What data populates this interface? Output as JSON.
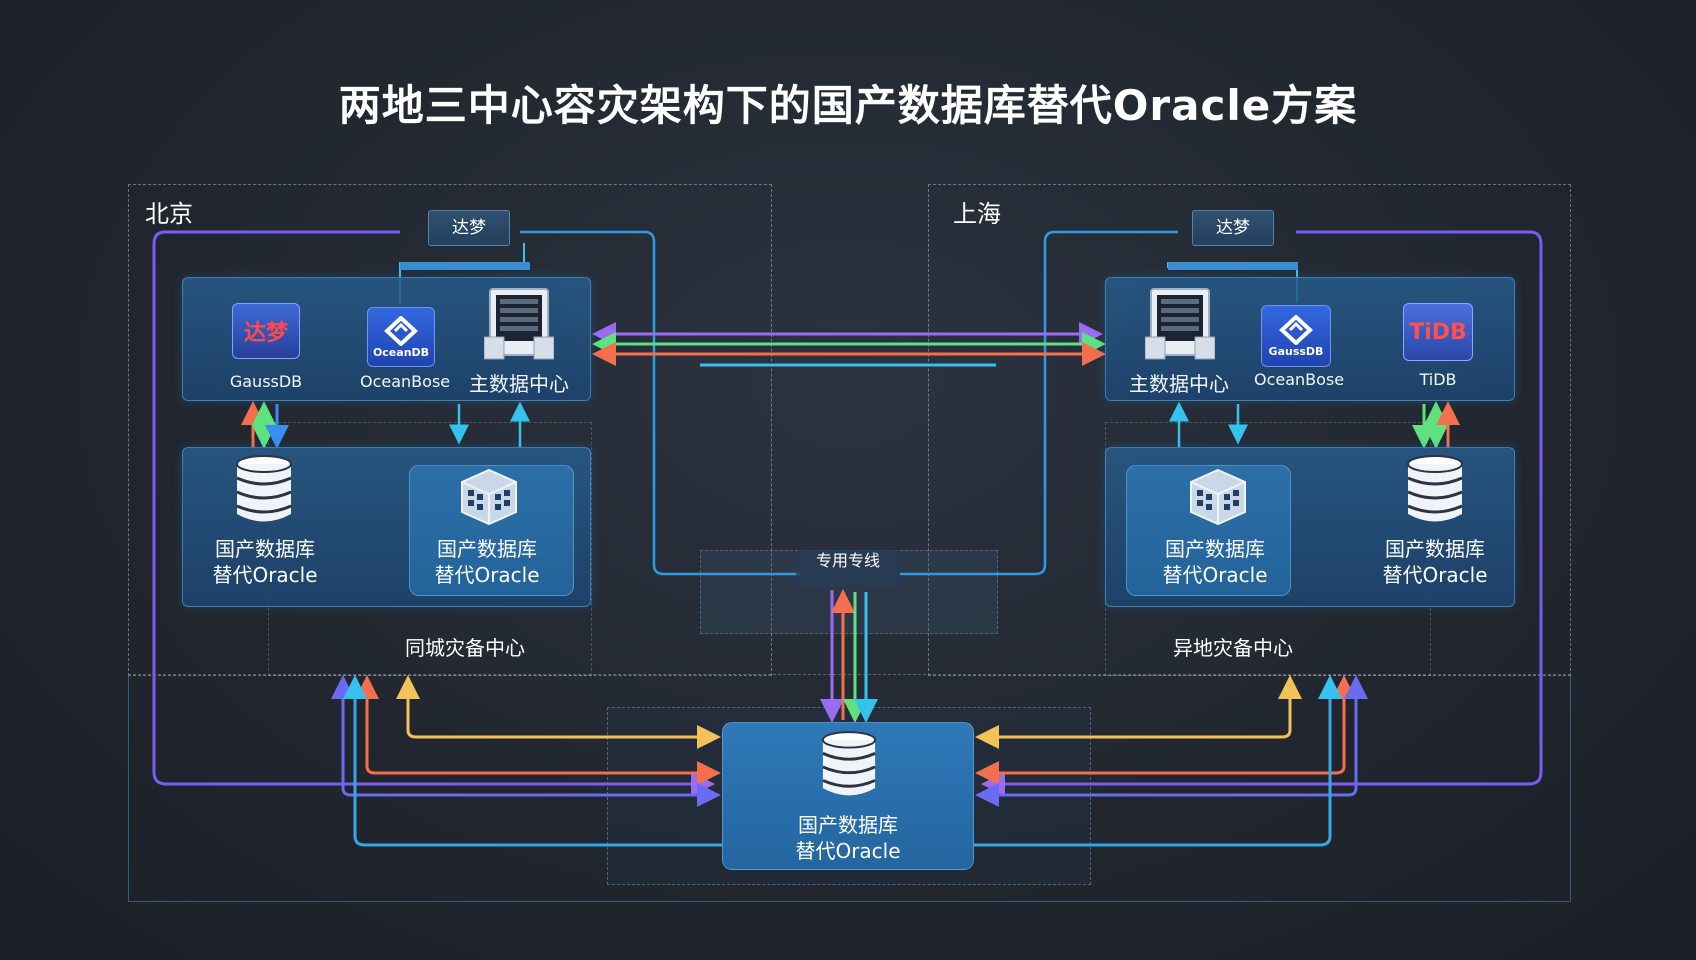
{
  "title": "两地三中心容灾架构下的国产数据库替代Oracle方案",
  "regions": {
    "beijing": "北京",
    "shanghai": "上海"
  },
  "beijing": {
    "tag": "达梦",
    "logos": {
      "dameng_text": "达梦",
      "gaussdb_caption": "GaussDB",
      "oceanbase_caption": "OceanBose",
      "oceanbase_logo_text": "OceanDB",
      "server_caption": "主数据中心"
    },
    "db_left": [
      "国产数据库",
      "替代Oracle"
    ],
    "db_right": [
      "国产数据库",
      "替代Oracle"
    ],
    "center_caption": "同城灾备中心"
  },
  "shanghai": {
    "tag": "达梦",
    "logos": {
      "server_caption": "主数据中心",
      "gaussdb_logo_text": "GaussDB",
      "oceanbase_caption": "OceanBose",
      "tidb_logo_text": "TiDB",
      "tidb_caption": "TiDB"
    },
    "db_left": [
      "国产数据库",
      "替代Oracle"
    ],
    "db_right": [
      "国产数据库",
      "替代Oracle"
    ],
    "center_caption": "异地灾备中心"
  },
  "link": {
    "label": "专用专线"
  },
  "bottom": {
    "db": [
      "国产数据库",
      "替代Oracle"
    ]
  },
  "colors": {
    "purple": "#9b6cf2",
    "green": "#5ee27f",
    "orange": "#f36f4e",
    "cyan": "#35c3ee",
    "blue": "#3b8df0",
    "yellow": "#f2c35a",
    "indigo": "#6a6cf0"
  }
}
